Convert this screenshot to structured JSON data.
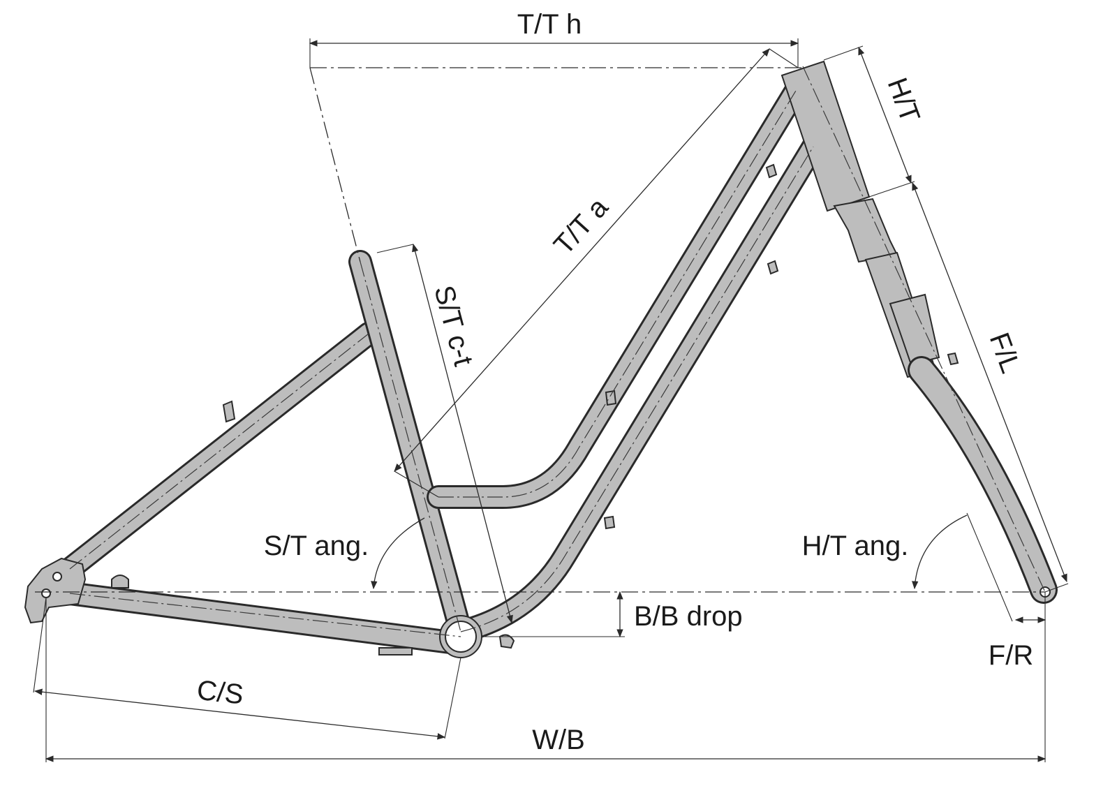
{
  "labels": {
    "tt_h": "T/T h",
    "tt_a": "T/T a",
    "ht": "H/T",
    "st_ct": "S/T c-t",
    "fl": "F/L",
    "st_ang": "S/T ang.",
    "ht_ang": "H/T ang.",
    "bb_drop": "B/B drop",
    "fr": "F/R",
    "cs": "C/S",
    "wb": "W/B"
  },
  "colors": {
    "tube_fill": "#bdbdbd",
    "tube_outline": "#2a2a2a",
    "line": "#2a2a2a",
    "background": "#ffffff"
  }
}
